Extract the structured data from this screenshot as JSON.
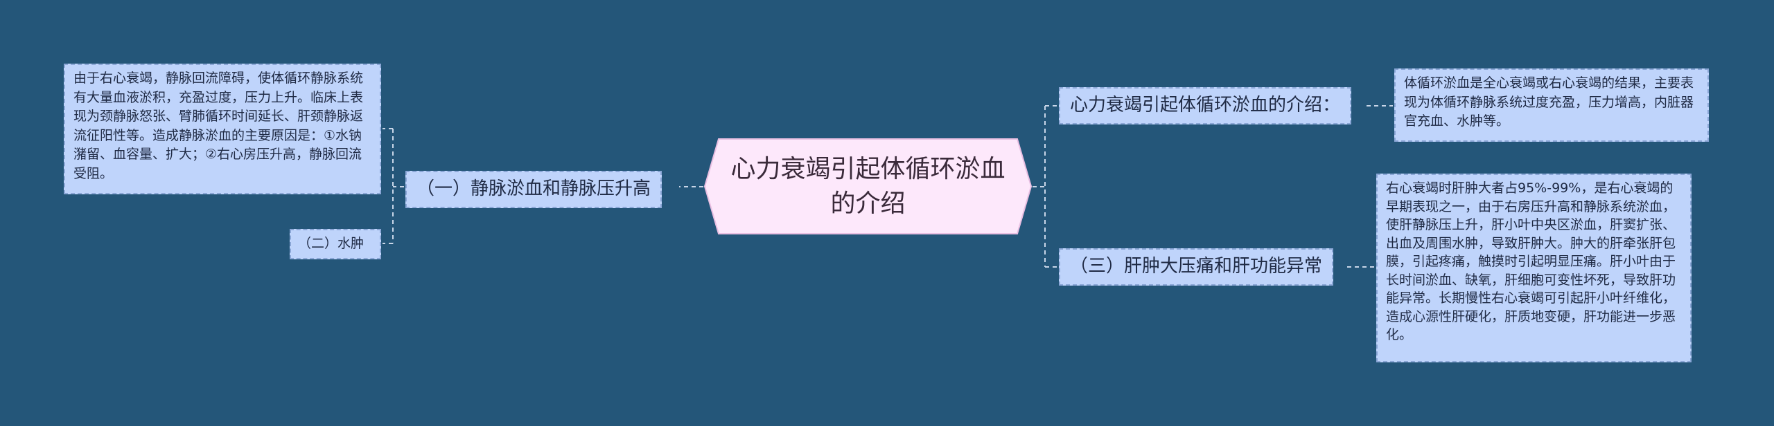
{
  "center": {
    "title": "心力衰竭引起体循环淤血的介绍"
  },
  "left": {
    "branch1": {
      "label": "（一）静脉淤血和静脉压升高",
      "detail": "由于右心衰竭，静脉回流障碍，使体循环静脉系统有大量血液淤积，充盈过度，压力上升。临床上表现为颈静脉怒张、臂肺循环时间延长、肝颈静脉返流征阳性等。造成静脉淤血的主要原因是：①水钠潴留、血容量、扩大；②右心房压升高，静脉回流受阻。"
    },
    "branch2": {
      "label": "（二）水肿"
    }
  },
  "right": {
    "branch1": {
      "label": "心力衰竭引起体循环淤血的介绍：",
      "detail": "体循环淤血是全心衰竭或右心衰竭的结果，主要表现为体循环静脉系统过度充盈，压力增高，内脏器官充血、水肿等。"
    },
    "branch3": {
      "label": "（三）肝肿大压痛和肝功能异常",
      "detail": "右心衰竭时肝肿大者占95%-99%，是右心衰竭的早期表现之一，由于右房压升高和静脉系统淤血，使肝静脉压上升，肝小叶中央区淤血，肝窦扩张、出血及周围水肿，导致肝肿大。肿大的肝牵张肝包膜，引起疼痛，触摸时引起明显压痛。肝小叶由于长时间淤血、缺氧，肝细胞可变性坏死，导致肝功能异常。长期慢性右心衰竭可引起肝小叶纤维化，造成心源性肝硬化，肝质地变硬，肝功能进一步恶化。"
    }
  },
  "colors": {
    "background": "#245679",
    "node_fill": "#bfd4fb",
    "node_border": "#8aa6d6",
    "center_fill": "#fde8fb",
    "center_border": "#e9bfe2",
    "connector": "#c9d6e8"
  }
}
